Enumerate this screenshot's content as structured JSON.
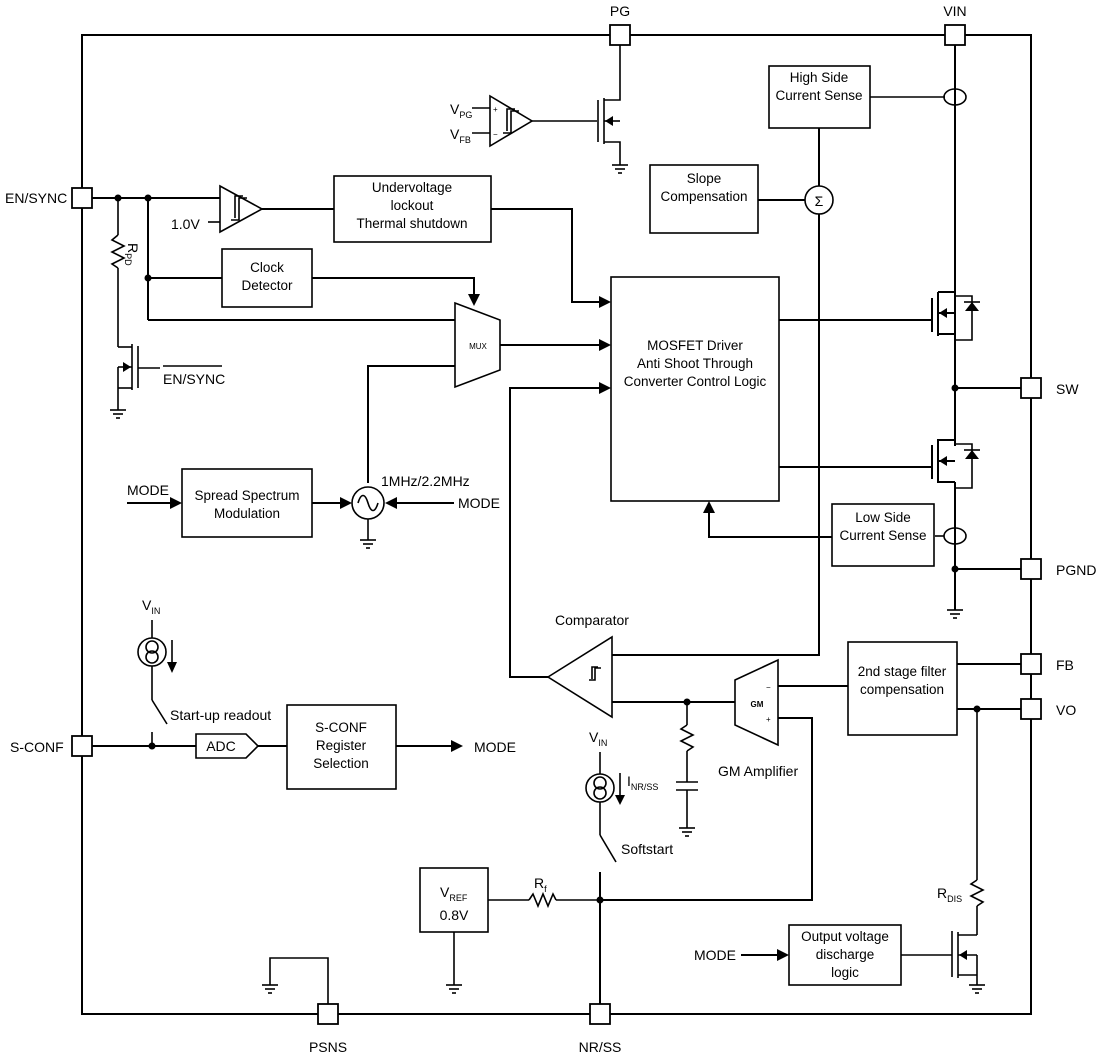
{
  "pins": {
    "pg": "PG",
    "vin": "VIN",
    "en_sync": "EN/SYNC",
    "sw": "SW",
    "pgnd": "PGND",
    "fb": "FB",
    "vo": "VO",
    "s_conf": "S-CONF",
    "psns": "PSNS",
    "nr_ss": "NR/SS"
  },
  "blocks": {
    "uvlo": [
      "Undervoltage",
      "lockout",
      "Thermal shutdown"
    ],
    "clock": [
      "Clock",
      "Detector"
    ],
    "hs_sense": [
      "High Side",
      "Current Sense"
    ],
    "slope": [
      "Slope",
      "Compensation"
    ],
    "mosfet": [
      "MOSFET Driver",
      "Anti Shoot Through",
      "Converter Control Logic"
    ],
    "spread": [
      "Spread Spectrum",
      "Modulation"
    ],
    "ls_sense": [
      "Low Side",
      "Current Sense"
    ],
    "filter": [
      "2nd stage filter",
      "compensation"
    ],
    "sconf": [
      "S-CONF",
      "Register",
      "Selection"
    ],
    "discharge": [
      "Output voltage",
      "discharge",
      "logic"
    ],
    "vref_name": "V",
    "vref_sub": "REF",
    "vref_value": "0.8V"
  },
  "labels": {
    "vpg": "V",
    "vpg_sub": "PG",
    "vfb": "V",
    "vfb_sub": "FB",
    "ref_1v": "1.0V",
    "rpd": "R",
    "rpd_sub": "PD",
    "en_sync_bar": "EN/SYNC",
    "mux": "MUX",
    "freq": "1MHz/2.2MHz",
    "mode_spread": "MODE",
    "mode_osc": "MODE",
    "mode_out": "MODE",
    "mode_discharge": "MODE",
    "vin_left": "V",
    "vin_left_sub": "IN",
    "vin_mid": "V",
    "vin_mid_sub": "IN",
    "startup": "Start-up readout",
    "adc": "ADC",
    "comparator": "Comparator",
    "gm": "GM",
    "gm_amp": "GM Amplifier",
    "inr": "I",
    "inr_sub": "NR/SS",
    "softstart": "Softstart",
    "rf": "R",
    "rf_sub": "f",
    "rdis": "R",
    "rdis_sub": "DIS",
    "sigma": "Σ"
  }
}
